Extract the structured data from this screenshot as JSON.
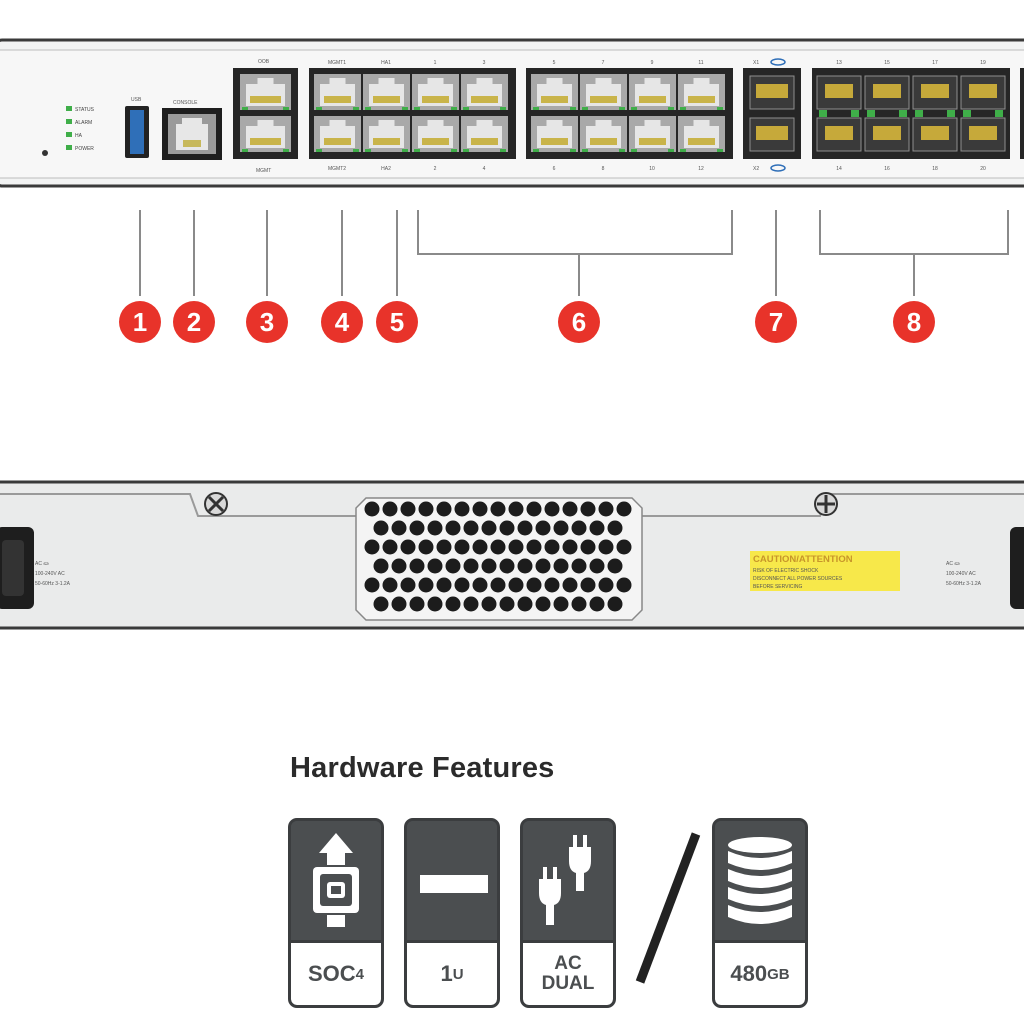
{
  "front_panel": {
    "led_labels": [
      "STATUS",
      "ALARM",
      "HA",
      "POWER"
    ],
    "port_labels": {
      "usb": "USB",
      "console": "CONSOLE",
      "oob": "OOB",
      "mgmt": "MGMT",
      "top": [
        "MGMT1",
        "HA1",
        "1",
        "3",
        "5",
        "7",
        "9",
        "11"
      ],
      "bottom": [
        "MGMT2",
        "HA2",
        "2",
        "4",
        "6",
        "8",
        "10",
        "12"
      ],
      "sfp_top": [
        "13",
        "15",
        "17",
        "19"
      ],
      "sfp_bottom": [
        "14",
        "16",
        "18",
        "20"
      ],
      "x_top": "X1",
      "x_bottom": "X2"
    }
  },
  "callouts": [
    "1",
    "2",
    "3",
    "4",
    "5",
    "6",
    "7",
    "8"
  ],
  "rear_panel": {
    "power_label_left": [
      "AC ≤≥",
      "100-240V AC",
      "50-60Hz 3-1.2A"
    ],
    "power_label_right": [
      "AC ≤≥",
      "100-240V AC",
      "50-60Hz 3-1.2A"
    ],
    "caution_title": "CAUTION/ATTENTION",
    "caution_text": [
      "RISK OF ELECTRIC SHOCK",
      "DISCONNECT ALL POWER SOURCES",
      "BEFORE SERVICING"
    ]
  },
  "hardware_features": {
    "title": "Hardware Features",
    "badges": [
      {
        "name": "soc",
        "main": "SOC",
        "sub": "4",
        "icon": "chip-icon"
      },
      {
        "name": "rack",
        "main": "1",
        "sub": "U",
        "icon": "rack-unit-icon"
      },
      {
        "name": "power",
        "main": "AC",
        "sub": "DUAL",
        "icon": "dual-plug-icon"
      },
      {
        "name": "storage",
        "main": "480",
        "sub": "GB",
        "icon": "disk-stack-icon"
      }
    ]
  },
  "colors": {
    "callout_red": "#e8332a",
    "badge_dark": "#4b4e50",
    "led_green": "#3fae49",
    "caution_yellow": "#f7e84a"
  }
}
